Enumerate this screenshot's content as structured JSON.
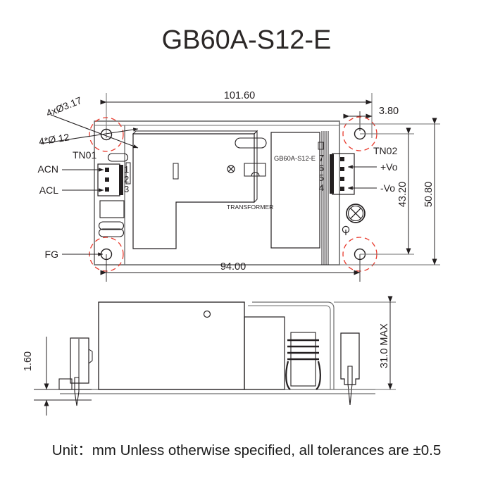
{
  "page": {
    "title": "GB60A-S12-E",
    "footer_note": "Unit：mm Unless otherwise specified, all tolerances are ±0.5"
  },
  "colors": {
    "line": "#231f20",
    "highlight": "#e8392c",
    "text": "#231f20",
    "board_outline": "#6d6d6d"
  },
  "top_view": {
    "labels": {
      "hole_dia_top": "4xØ3.17",
      "hole_dia_bottom": "4*Ø 12",
      "connector_left": "TN01",
      "connector_right": "TN02",
      "pin_acn": "ACN",
      "pin_acl": "ACL",
      "pin_fg": "FG",
      "out_positive": "+Vo",
      "out_negative": "-Vo",
      "part_marking": "GB60A-S12-E",
      "transformer": "TRANSFORMER"
    },
    "pin_numbers_left": [
      "1",
      "2",
      "3"
    ],
    "pin_numbers_right": [
      "7",
      "6",
      "5",
      "4"
    ],
    "dimensions": {
      "overall_length": "101.60",
      "hole_offset_right": "3.80",
      "hole_pitch_length": "94.00",
      "hole_pitch_width": "43.20",
      "overall_width": "50.80"
    }
  },
  "side_view": {
    "dimensions": {
      "pin_length": "1.60",
      "overall_height": "31.0 MAX"
    }
  },
  "icons": {
    "mounting_hole": "mounting-hole-icon",
    "highlight_circle": "highlight-circle-icon",
    "capacitor": "capacitor-x-icon",
    "heatsink": "heatsink-fins-icon"
  }
}
